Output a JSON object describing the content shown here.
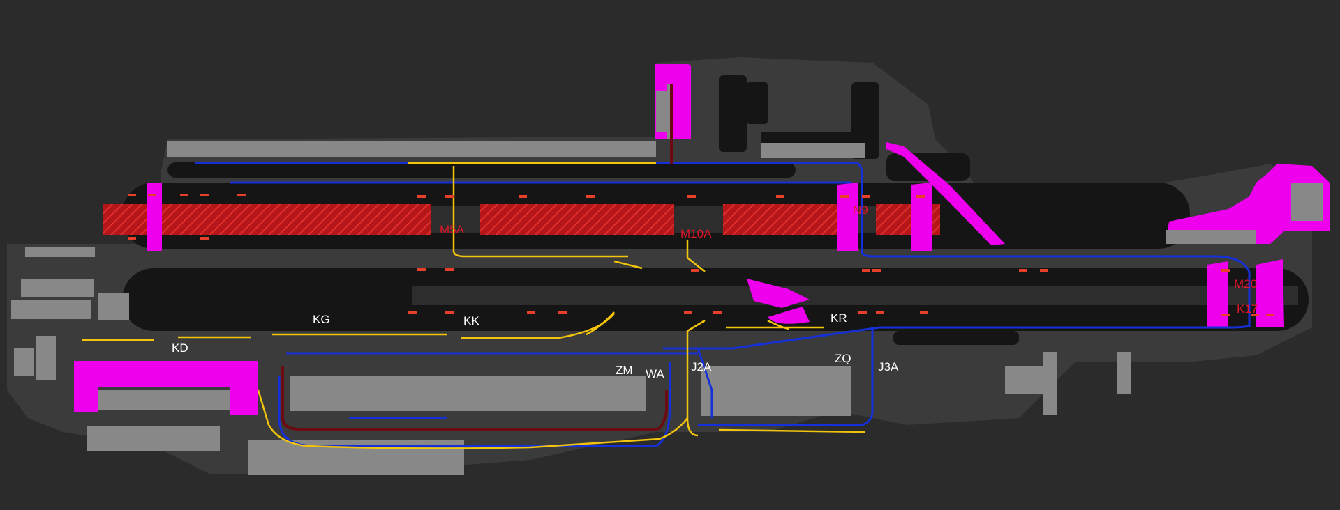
{
  "colors": {
    "background": "#2b2b2b",
    "apron": "#3b3b3b",
    "grass": "#151515",
    "building": "#888888",
    "closed_area": "#ee00ee",
    "runway_closed_hatch": "#c8181b",
    "route_blue": "#1530d8",
    "route_yellow": "#f2c40c",
    "route_darkred": "#6b0a10",
    "label_white": "#ffffff",
    "label_red": "#e0162a",
    "stopbar": "#e6402a"
  },
  "labels": {
    "white": [
      "KG",
      "KK",
      "KD",
      "KR",
      "ZQ",
      "ZM",
      "WA",
      "J2A",
      "J3A"
    ],
    "red": [
      "M5A",
      "M10A",
      "N9",
      "M20",
      "K17"
    ]
  }
}
